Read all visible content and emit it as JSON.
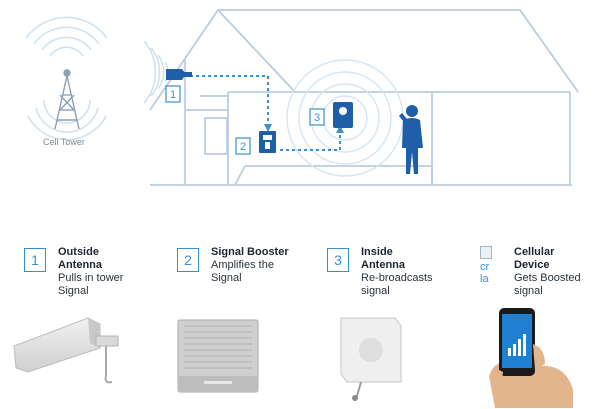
{
  "diagram": {
    "tower_label": "Cell Tower",
    "markers": [
      "1",
      "2",
      "3"
    ],
    "colors": {
      "accent": "#1f5ea8",
      "line": "#b9cde0",
      "blue": "#3b8fd0"
    }
  },
  "steps": [
    {
      "number": "1",
      "title_lines": [
        "Outside",
        "Antenna"
      ],
      "desc_lines": [
        "Pulls in tower",
        "Signal"
      ]
    },
    {
      "number": "2",
      "title_lines": [
        "Signal Booster"
      ],
      "desc_lines": [
        "Amplifies the",
        "Signal"
      ]
    },
    {
      "number": "3",
      "title_lines": [
        "Inside",
        "Antenna"
      ],
      "desc_lines": [
        "Re-broadcasts",
        "signal"
      ]
    },
    {
      "number": "",
      "broken_alt": [
        "cr",
        "la"
      ],
      "title_lines": [
        "Cellular",
        "Device"
      ],
      "desc_lines": [
        "Gets Boosted",
        "signal"
      ]
    }
  ]
}
